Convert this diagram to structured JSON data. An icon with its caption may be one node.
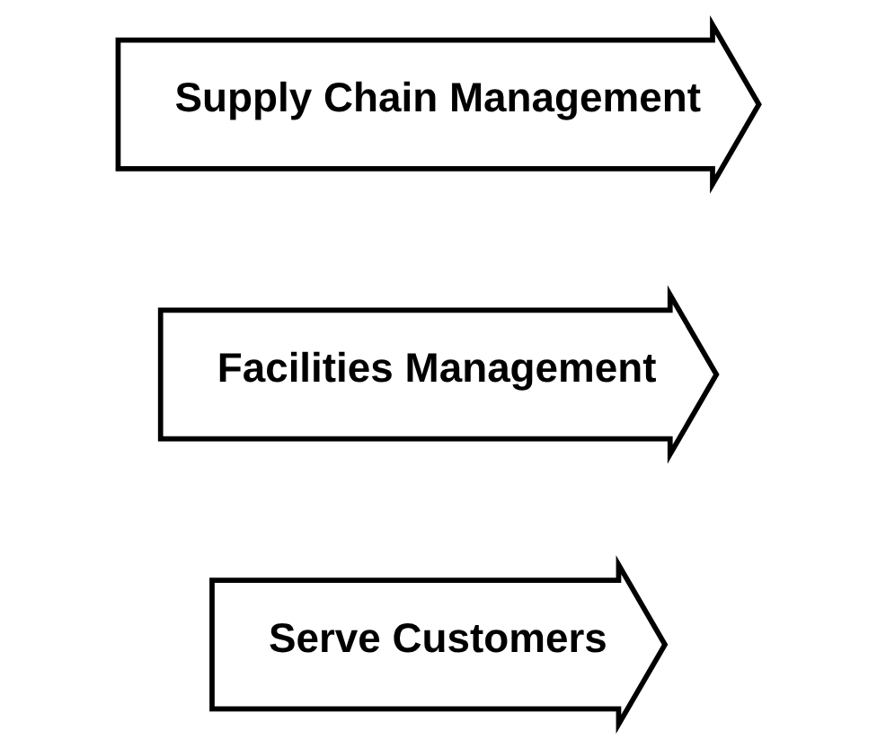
{
  "diagram": {
    "nodes": [
      {
        "text": [
          "Serve Customers"
        ]
      },
      {
        "text": [
          "Facilities Management"
        ]
      },
      {
        "text": [
          "Supply Chain Management"
        ]
      }
    ]
  }
}
